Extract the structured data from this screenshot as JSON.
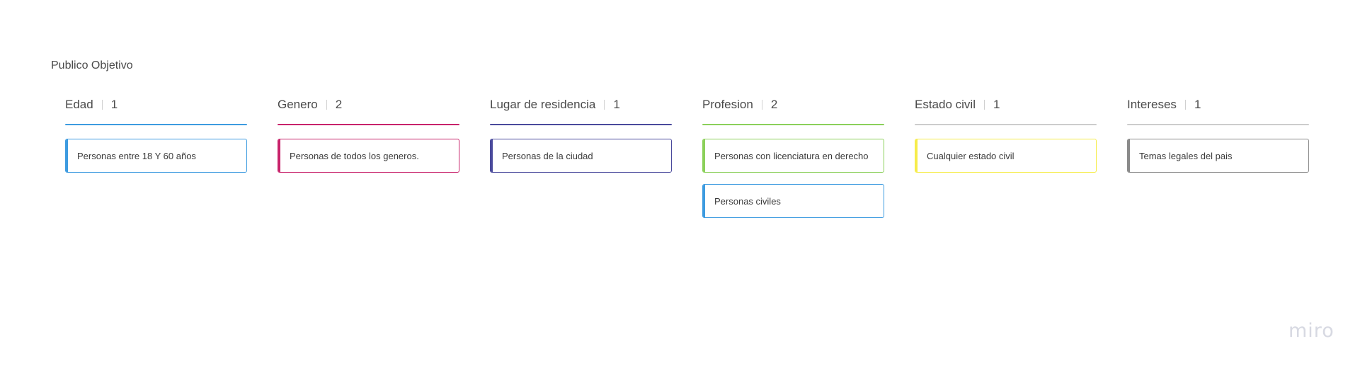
{
  "board": {
    "title": "Publico Objetivo"
  },
  "columns": [
    {
      "title": "Edad",
      "count": "1",
      "color": "#3d9be0",
      "cards": [
        {
          "text": "Personas entre 18 Y 60 años",
          "color": "#3d9be0"
        }
      ]
    },
    {
      "title": "Genero",
      "count": "2",
      "color": "#c8236b",
      "cards": [
        {
          "text": "Personas de todos los generos.",
          "color": "#c8236b"
        }
      ]
    },
    {
      "title": "Lugar de residencia",
      "count": "1",
      "color": "#4a4a9c",
      "cards": [
        {
          "text": "Personas de la ciudad",
          "color": "#4a4a9c"
        }
      ]
    },
    {
      "title": "Profesion",
      "count": "2",
      "color": "#8bd05a",
      "cards": [
        {
          "text": "Personas con licenciatura en derecho",
          "color": "#8bd05a"
        },
        {
          "text": "Personas civiles",
          "color": "#3d9be0"
        }
      ]
    },
    {
      "title": "Estado civil",
      "count": "1",
      "color": "#cccccc",
      "cards": [
        {
          "text": "Cualquier estado civil",
          "color": "#f6ec4a"
        }
      ]
    },
    {
      "title": "Intereses",
      "count": "1",
      "color": "#cccccc",
      "cards": [
        {
          "text": "Temas legales del pais",
          "color": "#8a8a8a"
        }
      ]
    }
  ],
  "logo": {
    "text": "miro"
  }
}
